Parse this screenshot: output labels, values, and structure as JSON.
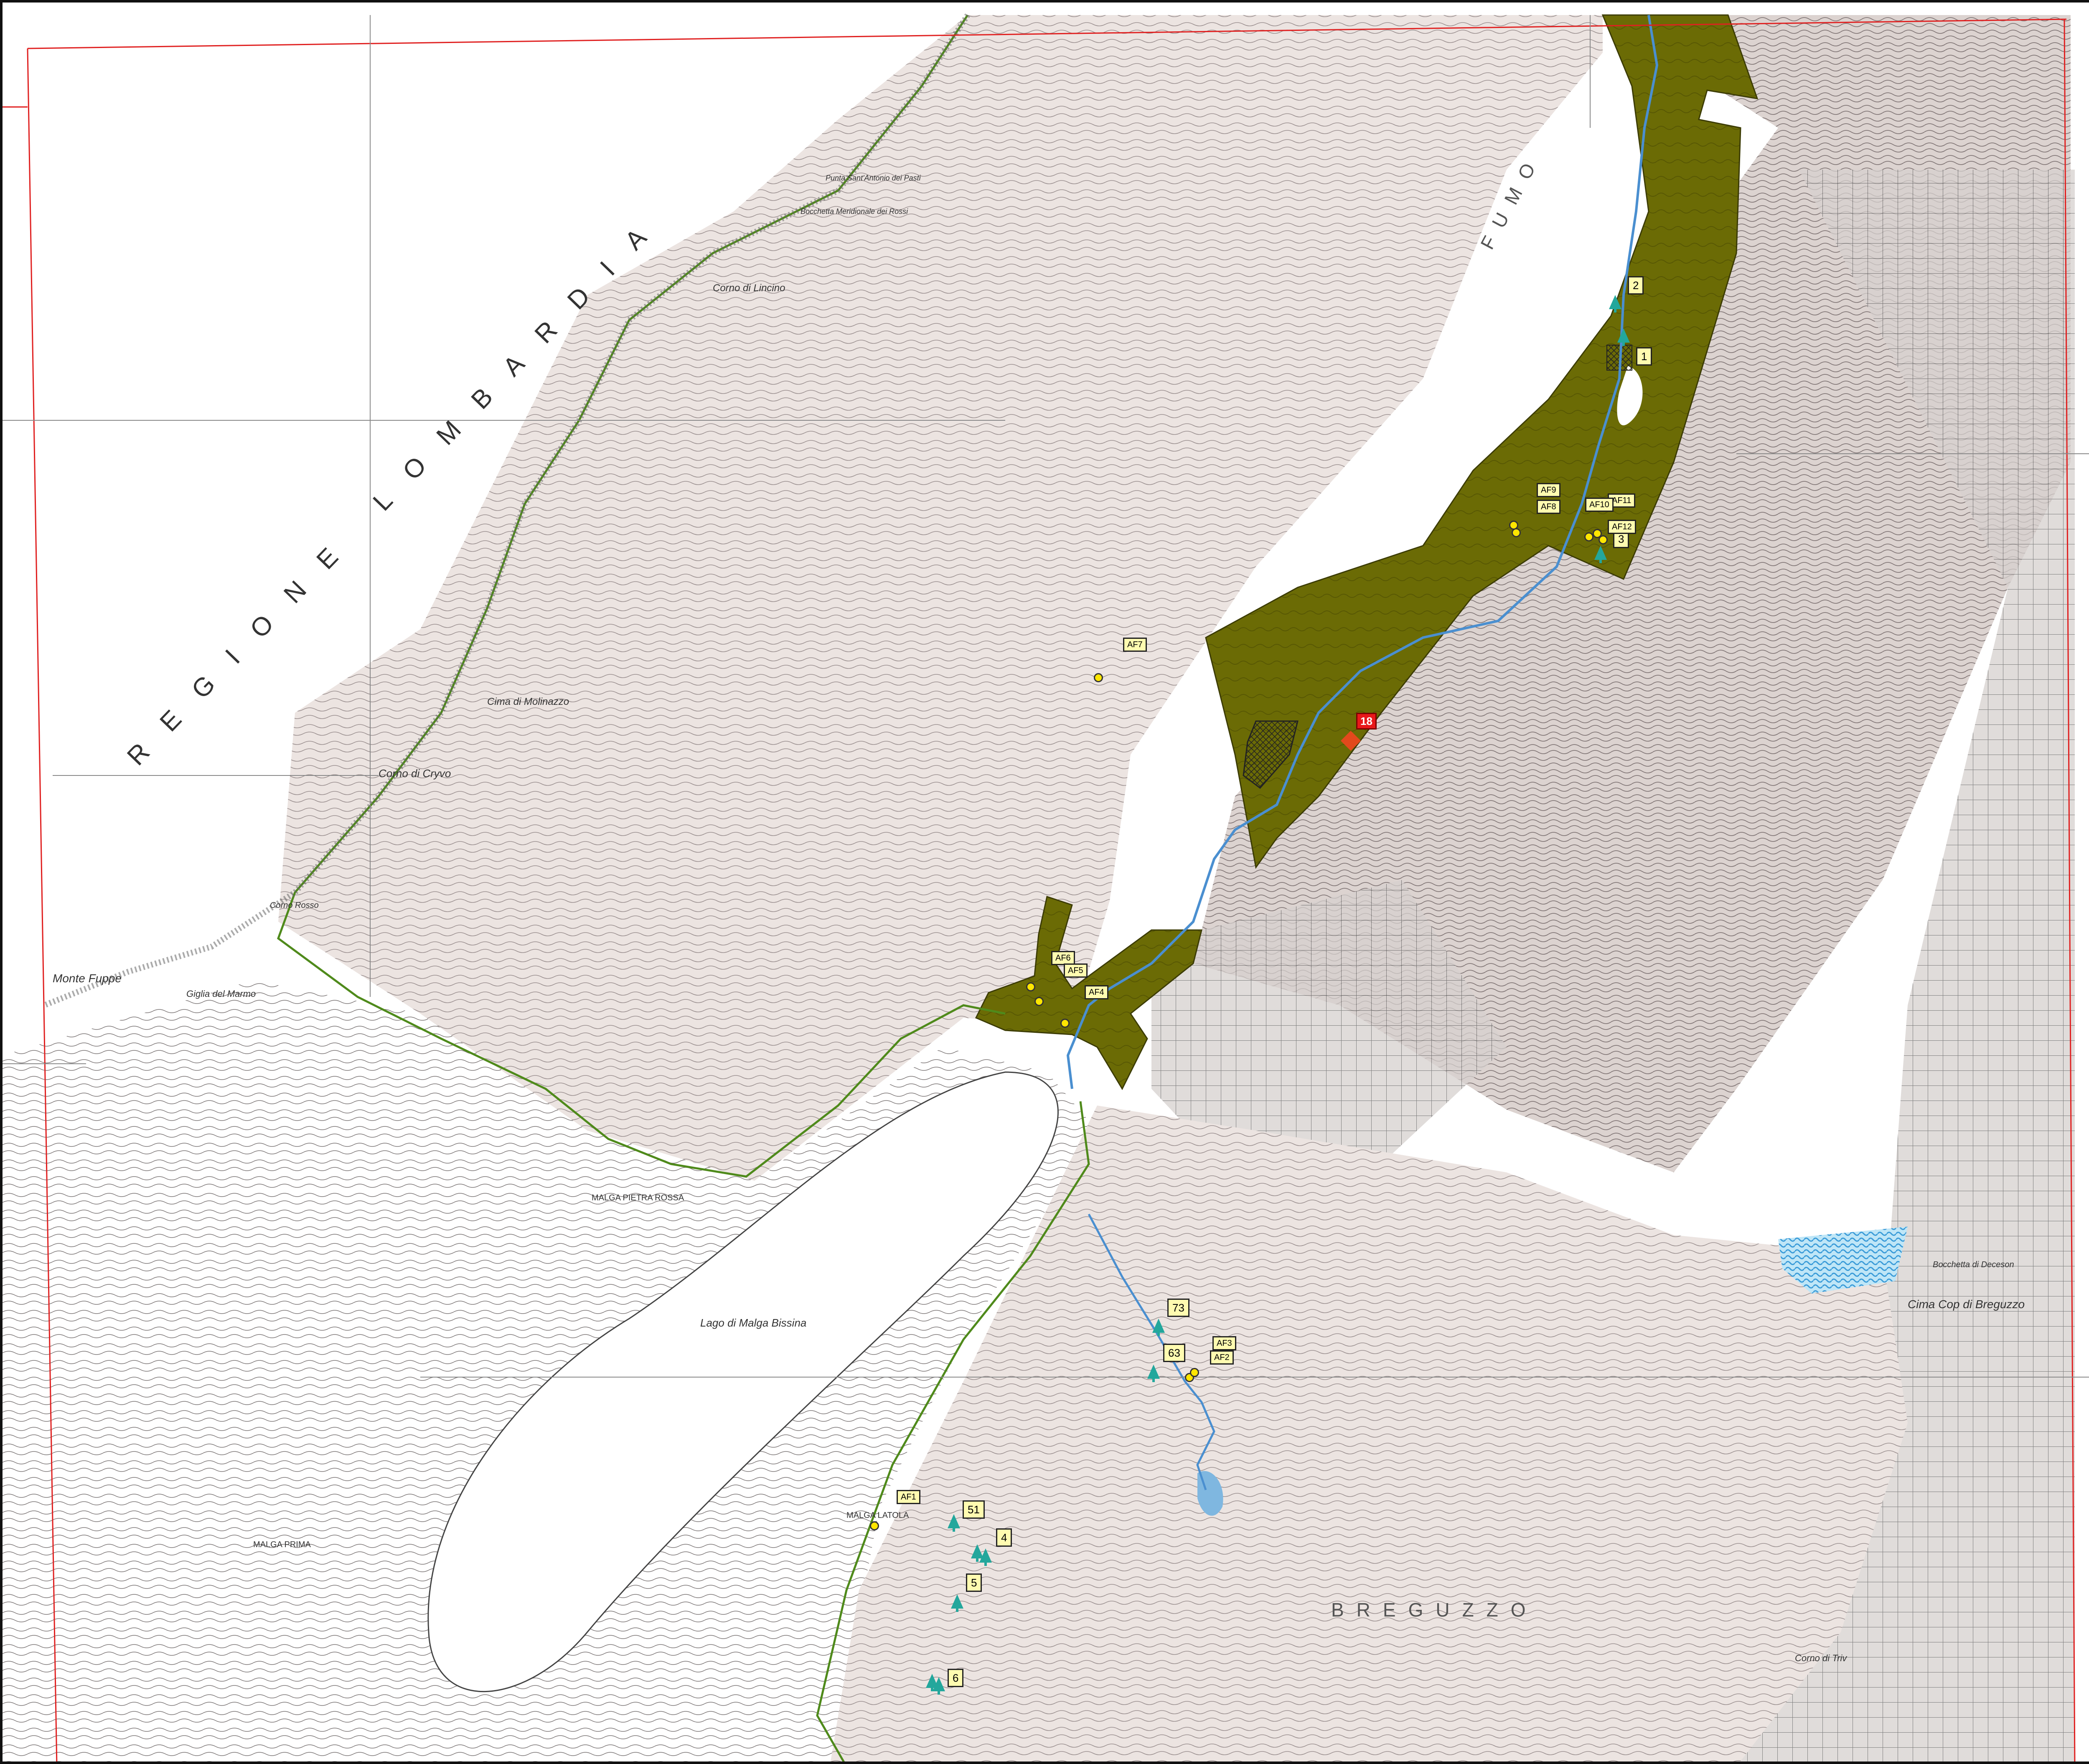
{
  "map": {
    "region_label": "REGIONE LOMBARDIA",
    "lake_label": "Lago di Malga Bissina",
    "valley_labels": [
      "FUMO",
      "BREGUZZO"
    ],
    "place_labels": {
      "corno_lincino": "Corno di Lincino",
      "cima_molinazzo": "Cima di Molinazzo",
      "corno_cryvo": "Corno di Cryvo",
      "monte_fuppe": "Monte Fuppe",
      "giglia_marmo": "Giglia del Marmo",
      "corno_rosso": "Corno Rosso",
      "malga_pietra_rossa": "MALGA PIETRA ROSSA",
      "malga_latola": "MALGA LATOLA",
      "malga_prima": "MALGA PRIMA",
      "bocchetta_deceson": "Bocchetta di Deceson",
      "cima_cop_breguzzo": "Cima Cop di Breguzzo",
      "corno_triv": "Corno di Triv",
      "punta_san_anto": "Punta Sant'Antonio dei Pasti",
      "bocchetta_rossi": "Bocchetta Meridionale dei Rossi"
    },
    "colors": {
      "forest_fill": "#6b6b05",
      "terrain_fill": "#ece4e1",
      "boundary_line": "#4f8a1b",
      "grid_line": "#e02020",
      "stream": "#4a8fd0",
      "marker_tree": "#23a79c",
      "marker_dot": "#ffe600",
      "marker_diamond": "#e2491c",
      "label_box": "#fffbb0"
    },
    "icons": [
      "tree-marker-icon",
      "point-marker-icon",
      "diamond-marker-icon",
      "hatched-area-icon"
    ],
    "number_tags": {
      "t2": "2",
      "t1": "1",
      "t3": "3",
      "t18": "18",
      "t73": "73",
      "t63": "63",
      "t51": "51",
      "t4": "4",
      "t5": "5",
      "t6": "6"
    },
    "af_tags": {
      "af1": "AF1",
      "af2": "AF2",
      "af3": "AF3",
      "af4": "AF4",
      "af5": "AF5",
      "af6": "AF6",
      "af7": "AF7",
      "af8": "AF8",
      "af9": "AF9",
      "af10": "AF10",
      "af11": "AF11",
      "af12": "AF12"
    }
  }
}
